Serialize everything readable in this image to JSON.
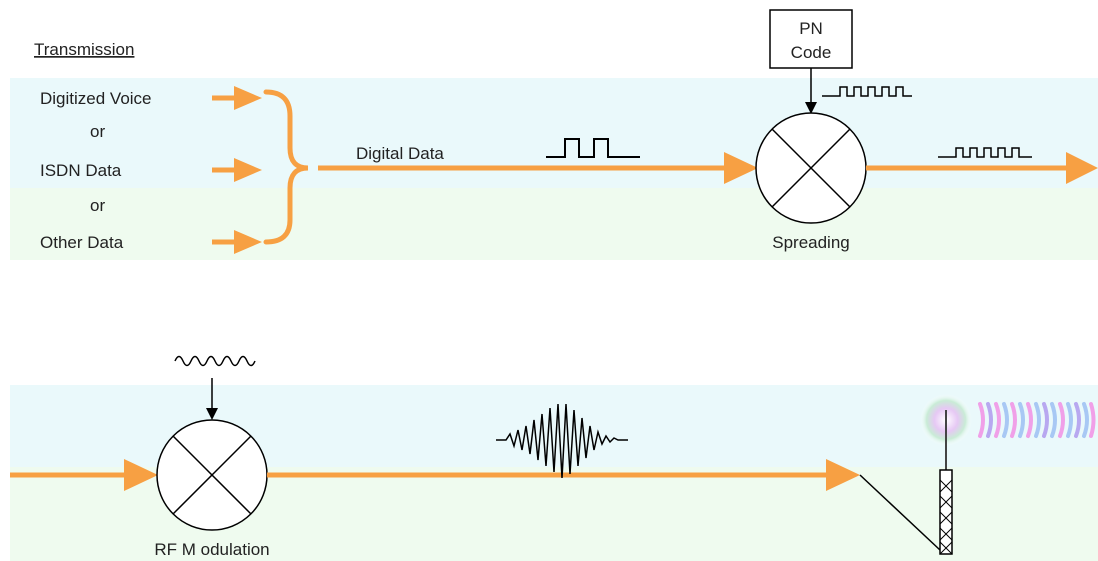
{
  "transmission": {
    "title": "Transmission",
    "inputs": [
      "Digitized Voice",
      "or",
      "ISDN Data",
      "or",
      "Other Data"
    ],
    "digital_data_label": "Digital Data",
    "pn_code": {
      "line1": "PN",
      "line2": "Code"
    },
    "spreading_label": "Spreading"
  },
  "modulation": {
    "rf_label": "RF M odulation"
  },
  "colors": {
    "arrow": "#f7a043",
    "band_blue": "#eaf9fb",
    "band_green": "#effbef",
    "stroke": "#000000"
  }
}
